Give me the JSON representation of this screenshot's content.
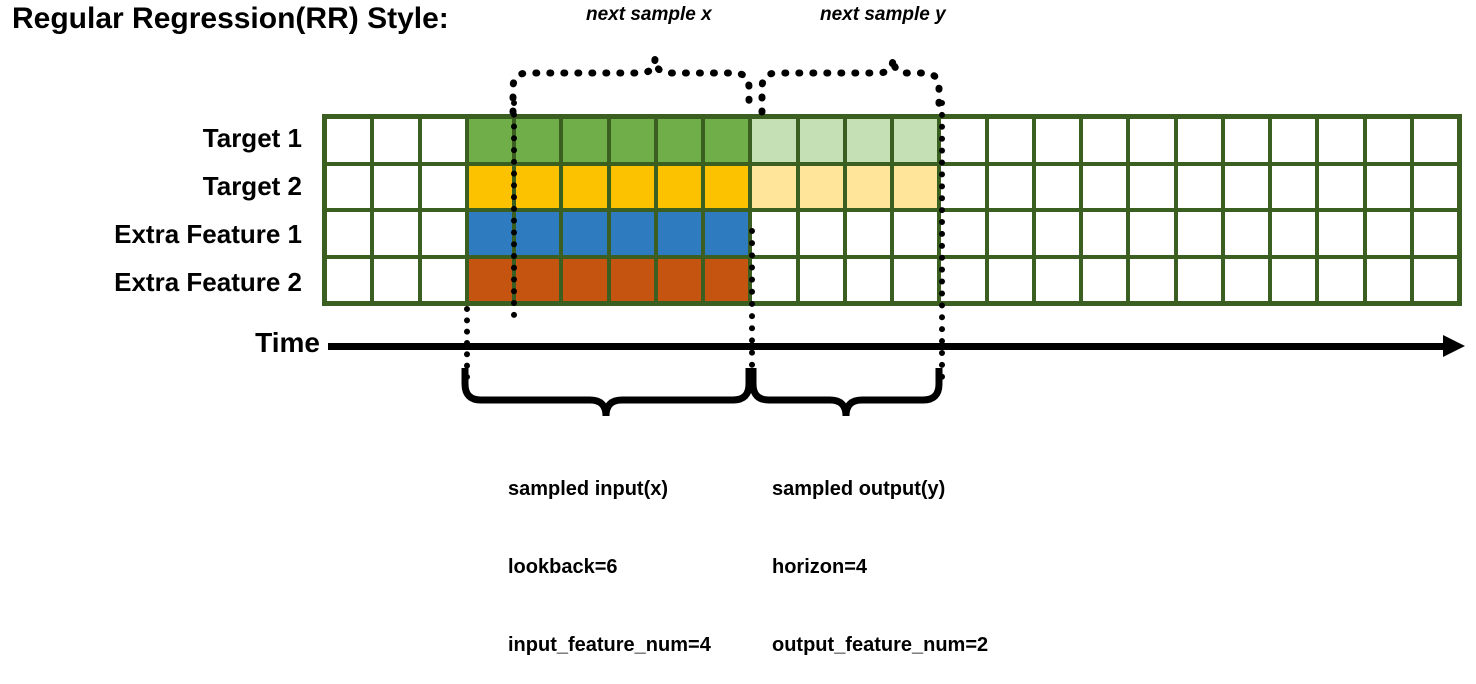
{
  "title": "Regular Regression(RR) Style:",
  "top_captions": {
    "x": "next sample x",
    "y": "next sample y"
  },
  "rows": [
    {
      "label": "Target 1",
      "fill": "#6FAE48",
      "fill_light": "#C5E0B4",
      "has_light": true
    },
    {
      "label": "Target 2",
      "fill": "#FCC200",
      "fill_light": "#FFE599",
      "has_light": true
    },
    {
      "label": "Extra Feature 1",
      "fill": "#2E7CBF",
      "fill_light": "#FFFFFF",
      "has_light": false
    },
    {
      "label": "Extra Feature 2",
      "fill": "#C4540F",
      "fill_light": "#FFFFFF",
      "has_light": false
    }
  ],
  "grid": {
    "total_columns": 24,
    "lead_blank_columns": 3,
    "input_columns": 6,
    "output_columns": 4,
    "trail_blank_columns": 11,
    "line_color": "#3a5f21",
    "empty_color": "#FFFFFF"
  },
  "time_axis": {
    "label": "Time"
  },
  "bottom_captions": {
    "input": {
      "line1": "sampled input(x)",
      "line2": "lookback=6",
      "line3": "input_feature_num=4"
    },
    "output": {
      "line1": "sampled output(y)",
      "line2": "horizon=4",
      "line3": "output_feature_num=2"
    }
  },
  "chart_data": {
    "type": "diagram",
    "title": "Regular Regression(RR) Style:",
    "series": [
      {
        "name": "Target 1",
        "input_cells": 6,
        "output_cells": 4
      },
      {
        "name": "Target 2",
        "input_cells": 6,
        "output_cells": 4
      },
      {
        "name": "Extra Feature 1",
        "input_cells": 6,
        "output_cells": 0
      },
      {
        "name": "Extra Feature 2",
        "input_cells": 6,
        "output_cells": 0
      }
    ],
    "lookback": 6,
    "horizon": 4,
    "input_feature_num": 4,
    "output_feature_num": 2
  }
}
